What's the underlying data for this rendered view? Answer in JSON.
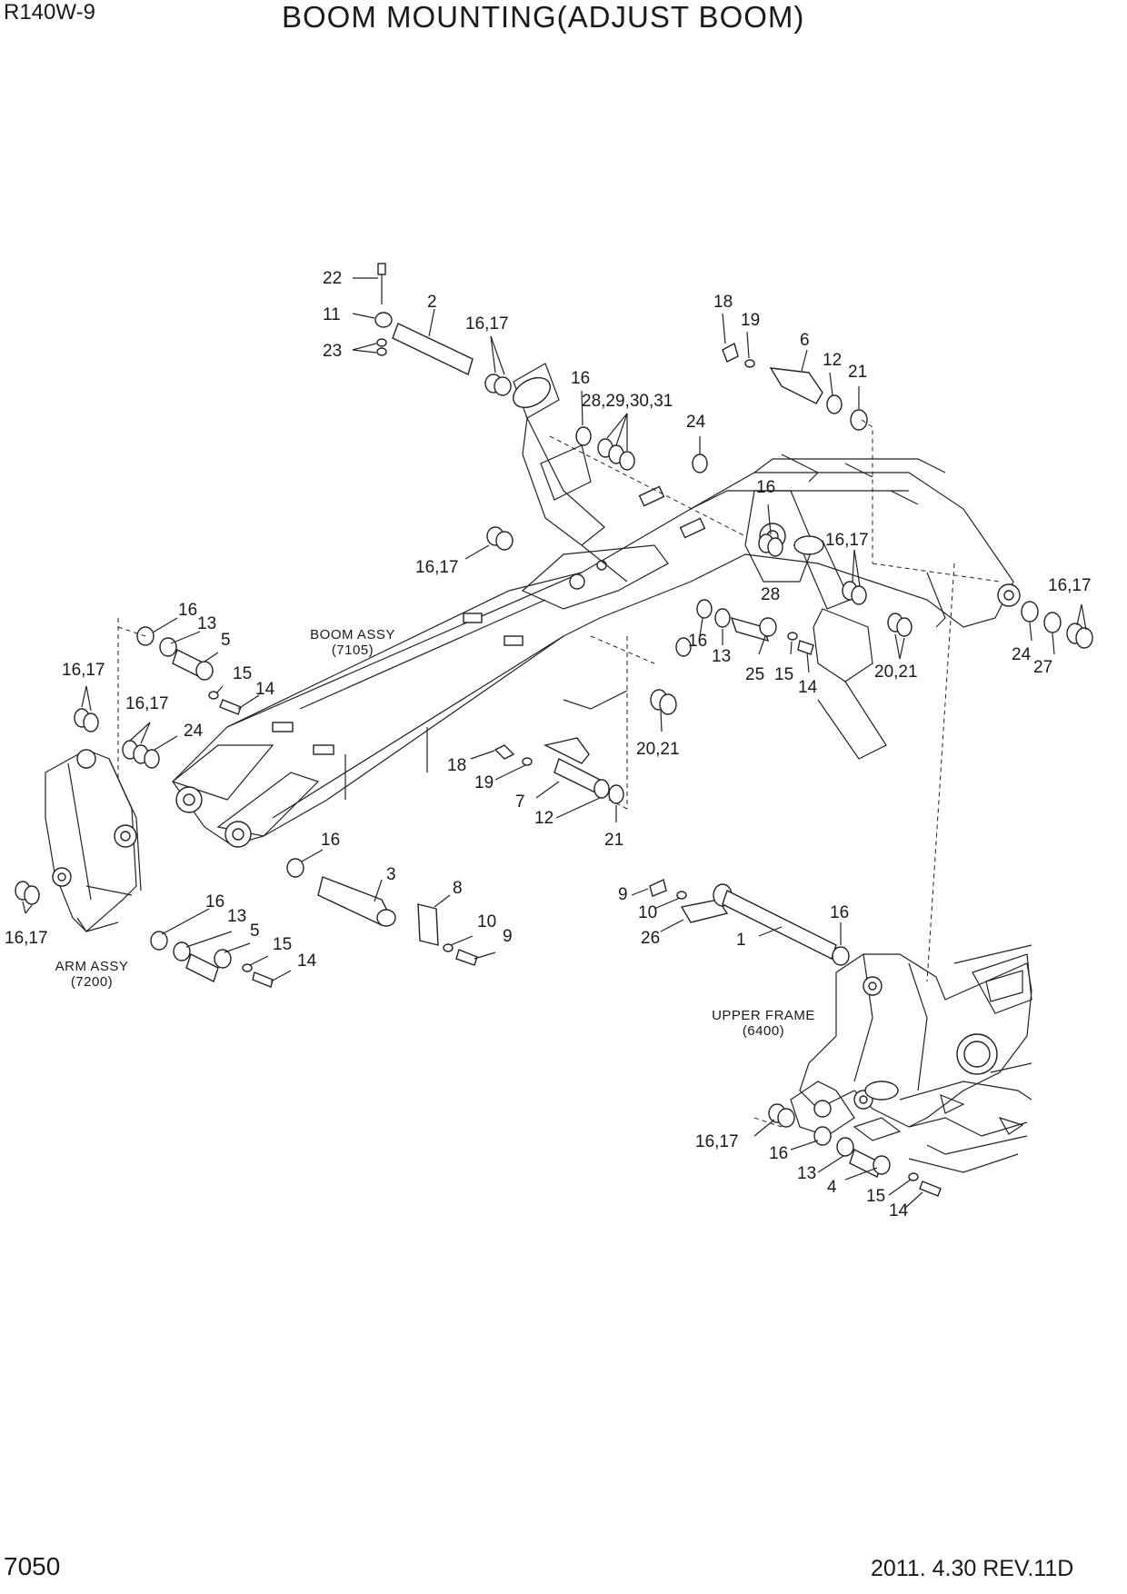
{
  "header": {
    "model": "R140W-9",
    "title": "BOOM MOUNTING(ADJUST BOOM)"
  },
  "footer": {
    "page_code": "7050",
    "revision": "2011. 4.30  REV.11D"
  },
  "assemblies": {
    "boom": {
      "name": "BOOM ASSY",
      "ref": "(7105)"
    },
    "arm": {
      "name": "ARM ASSY",
      "ref": "(7200)"
    },
    "upper_frame": {
      "name": "UPPER FRAME",
      "ref": "(6400)"
    }
  },
  "callouts": [
    "22",
    "11",
    "23",
    "2",
    "16,17",
    "18",
    "19",
    "6",
    "12",
    "21",
    "16",
    "28,29,30,31",
    "24",
    "16",
    "16,17",
    "28",
    "16,17",
    "16",
    "13",
    "5",
    "16,17",
    "15",
    "14",
    "16,17",
    "24",
    "16",
    "13",
    "25",
    "15",
    "14",
    "20,21",
    "24",
    "27",
    "16,17",
    "18",
    "19",
    "7",
    "12",
    "21",
    "20,21",
    "16",
    "3",
    "8",
    "10",
    "9",
    "16,17",
    "16",
    "13",
    "5",
    "15",
    "14",
    "9",
    "10",
    "26",
    "1",
    "16",
    "16,17",
    "16",
    "13",
    "4",
    "15",
    "14"
  ]
}
